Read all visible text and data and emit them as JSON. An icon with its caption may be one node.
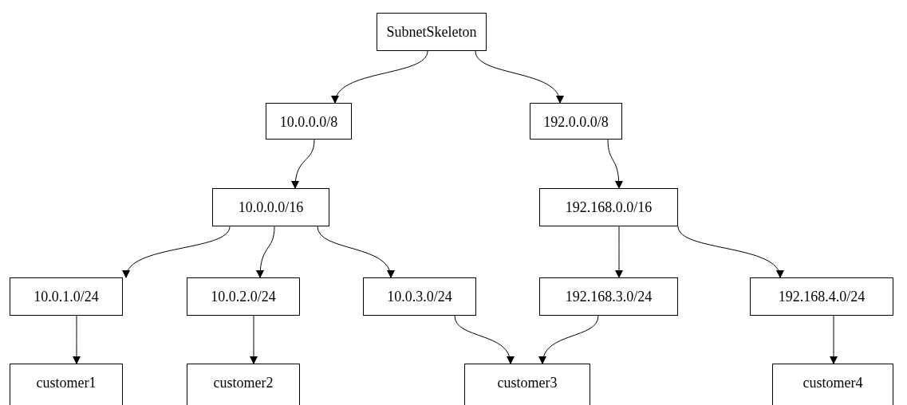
{
  "diagram": {
    "nodes": [
      {
        "text": [
          "SubnetSkeleton"
        ]
      },
      {
        "text": [
          "10.0.0.0/8"
        ]
      },
      {
        "text": [
          "192.0.0.0/8"
        ]
      },
      {
        "text": [
          "10.0.0.0/16"
        ]
      },
      {
        "text": [
          "192.168.0.0/16"
        ]
      },
      {
        "text": [
          "10.0.1.0/24"
        ]
      },
      {
        "text": [
          "10.0.2.0/24"
        ]
      },
      {
        "text": [
          "10.0.3.0/24"
        ]
      },
      {
        "text": [
          "192.168.3.0/24"
        ]
      },
      {
        "text": [
          "192.168.4.0/24"
        ]
      },
      {
        "text": [
          "customer1"
        ]
      },
      {
        "text": [
          "customer2"
        ]
      },
      {
        "text": [
          "customer3"
        ]
      },
      {
        "text": [
          "customer4"
        ]
      }
    ],
    "edges": [
      {
        "from": 0,
        "to": 1,
        "arrow": "to"
      },
      {
        "from": 0,
        "to": 2,
        "arrow": "to"
      },
      {
        "from": 1,
        "to": 3,
        "arrow": "to"
      },
      {
        "from": 2,
        "to": 4,
        "arrow": "to"
      },
      {
        "from": 3,
        "to": 5,
        "arrow": "to"
      },
      {
        "from": 3,
        "to": 6,
        "arrow": "to"
      },
      {
        "from": 3,
        "to": 7,
        "arrow": "to"
      },
      {
        "from": 4,
        "to": 8,
        "arrow": "to"
      },
      {
        "from": 4,
        "to": 9,
        "arrow": "to"
      },
      {
        "from": 5,
        "to": 10,
        "arrow": "to"
      },
      {
        "from": 6,
        "to": 11,
        "arrow": "to"
      },
      {
        "from": 7,
        "to": 12,
        "arrow": "to"
      },
      {
        "from": 8,
        "to": 12,
        "arrow": "to"
      },
      {
        "from": 9,
        "to": 13,
        "arrow": "to"
      }
    ]
  }
}
